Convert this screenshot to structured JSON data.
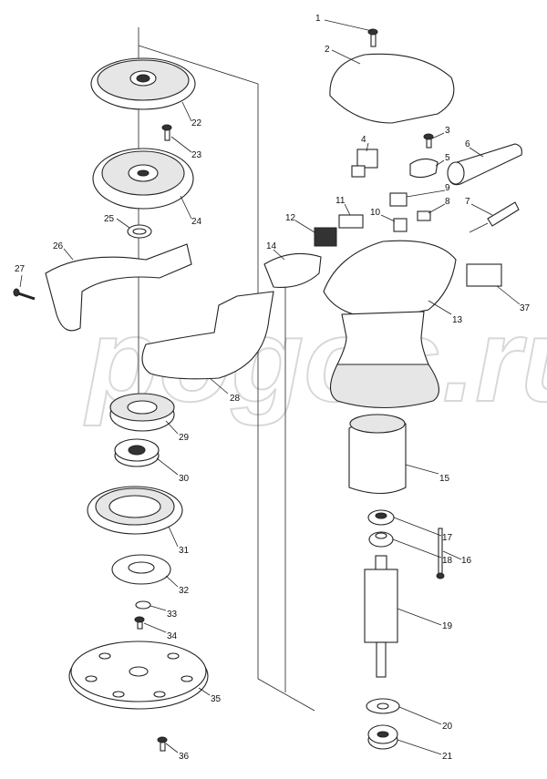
{
  "diagram": {
    "watermark": "pogos.ru",
    "part_labels": [
      "1",
      "2",
      "3",
      "4",
      "5",
      "6",
      "7",
      "8",
      "9",
      "10",
      "11",
      "12",
      "13",
      "14",
      "15",
      "16",
      "17",
      "18",
      "19",
      "20",
      "21",
      "22",
      "23",
      "24",
      "25",
      "26",
      "27",
      "28",
      "29",
      "30",
      "31",
      "32",
      "33",
      "34",
      "35",
      "36",
      "37"
    ]
  }
}
